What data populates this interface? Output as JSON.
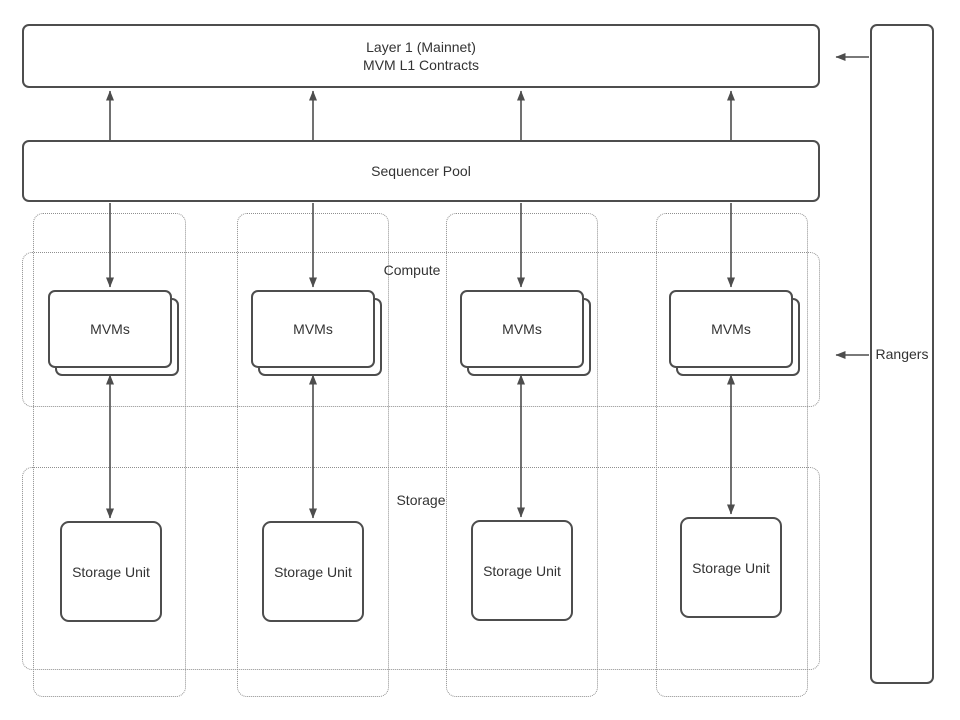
{
  "colors": {
    "background": "#ffffff",
    "box_fill": "#ffffff",
    "border": "#4d4d4d",
    "dotted_border": "#8f8f8f",
    "text": "#333333",
    "arrow": "#4d4d4d"
  },
  "layer1": {
    "line1": "Layer 1 (Mainnet)",
    "line2": "MVM L1 Contracts"
  },
  "sequencer_pool": {
    "label": "Sequencer Pool"
  },
  "rangers": {
    "label": "Rangers"
  },
  "compute_region": {
    "label": "Compute"
  },
  "storage_region": {
    "label": "Storage"
  },
  "mvm_nodes": [
    {
      "label": "MVMs"
    },
    {
      "label": "MVMs"
    },
    {
      "label": "MVMs"
    },
    {
      "label": "MVMs"
    }
  ],
  "storage_units": [
    {
      "label": "Storage Unit"
    },
    {
      "label": "Storage Unit"
    },
    {
      "label": "Storage Unit"
    },
    {
      "label": "Storage Unit"
    }
  ]
}
